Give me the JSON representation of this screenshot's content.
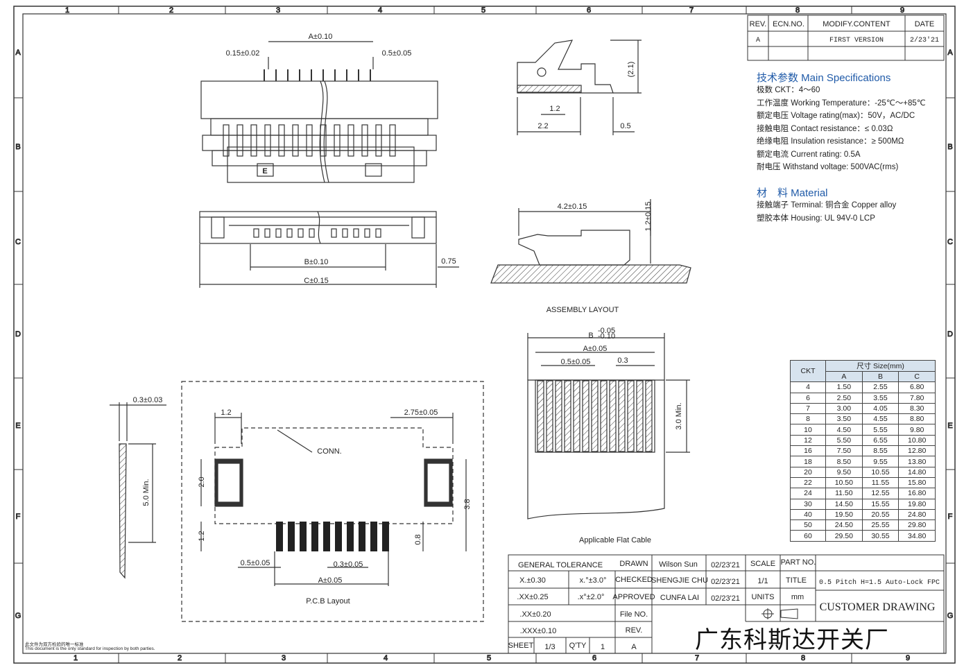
{
  "frame": {
    "col_labels": [
      "1",
      "2",
      "3",
      "4",
      "5",
      "6",
      "7",
      "8",
      "9"
    ],
    "row_labels": [
      "A",
      "B",
      "C",
      "D",
      "E",
      "F",
      "G"
    ]
  },
  "revision": {
    "headers": [
      "REV.",
      "ECN.NO.",
      "MODIFY.CONTENT",
      "DATE"
    ],
    "rows": [
      [
        "A",
        "",
        "FIRST VERSION",
        "2/23'21"
      ]
    ]
  },
  "dims": {
    "a_010": "A±0.10",
    "p015": "0.15±0.02",
    "p05": "0.5±0.05",
    "b_010": "B±0.10",
    "c_015": "C±0.15",
    "d075": "0.75",
    "side_21": "(2.1)",
    "side_12": "1.2",
    "side_22": "2.2",
    "side_05": "0.5",
    "asm_42": "4.2±0.15",
    "asm_12": "1.2±0.15",
    "assembly_layout": "ASSEMBLY LAYOUT",
    "cable_b": "B",
    "cable_b_tol_up": "-0.05",
    "cable_b_tol_dn": "-0.10",
    "cable_a": "A±0.05",
    "cable_05": "0.5±0.05",
    "cable_03": "0.3",
    "cable_30": "3.0 Min.",
    "flat_cable": "Applicable Flat Cable",
    "lead_03": "0.3±0.03",
    "lead_50": "5.0 Min.",
    "pcb_12": "1.2",
    "pcb_275": "2.75±0.05",
    "conn": "CONN.",
    "pcb_20": "2.0",
    "pcb_38": "3.8",
    "pcb_12b": "1.2",
    "pcb_08": "0.8",
    "pcb_05": "0.5±0.05",
    "pcb_03": "0.3±0.05",
    "pcb_a": "A±0.05",
    "pcb_layout": "P.C.B Layout"
  },
  "specs": {
    "main_title": "技术参数 Main Specifications",
    "lines": [
      "极数 CKT：4～60",
      "工作温度 Working Temperature：-25℃～+85℃",
      "额定电压 Voltage rating(max)：50V，AC/DC",
      "接触电阻 Contact resistance：≤ 0.03Ω",
      "绝缘电阻 Insulation resistance：≥ 500MΩ",
      "额定电流 Current rating: 0.5A",
      "耐电压 Withstand voltage: 500VAC(rms)"
    ],
    "material_title": "材　料 Material",
    "material_lines": [
      "接触端子 Terminal: 铜合金 Copper alloy",
      "塑胶本体 Housing: UL 94V-0 LCP"
    ]
  },
  "size_table": {
    "ckt_header": "CKT",
    "size_header": "尺寸 Size(mm)",
    "col_headers": [
      "A",
      "B",
      "C"
    ],
    "rows": [
      [
        "4",
        "1.50",
        "2.55",
        "6.80"
      ],
      [
        "6",
        "2.50",
        "3.55",
        "7.80"
      ],
      [
        "7",
        "3.00",
        "4.05",
        "8.30"
      ],
      [
        "8",
        "3.50",
        "4.55",
        "8.80"
      ],
      [
        "10",
        "4.50",
        "5.55",
        "9.80"
      ],
      [
        "12",
        "5.50",
        "6.55",
        "10.80"
      ],
      [
        "16",
        "7.50",
        "8.55",
        "12.80"
      ],
      [
        "18",
        "8.50",
        "9.55",
        "13.80"
      ],
      [
        "20",
        "9.50",
        "10.55",
        "14.80"
      ],
      [
        "22",
        "10.50",
        "11.55",
        "15.80"
      ],
      [
        "24",
        "11.50",
        "12.55",
        "16.80"
      ],
      [
        "30",
        "14.50",
        "15.55",
        "19.80"
      ],
      [
        "40",
        "19.50",
        "20.55",
        "24.80"
      ],
      [
        "50",
        "24.50",
        "25.55",
        "29.80"
      ],
      [
        "60",
        "29.50",
        "30.55",
        "34.80"
      ]
    ]
  },
  "title_block": {
    "general_tolerance": "GENERAL TOLERANCE",
    "tol_x": "X.±0.30",
    "tol_xx": ".XX±0.25",
    "tol_xx2": ".XX±0.20",
    "tol_xxx": ".XXX±0.10",
    "ang_1": "x.°±3.0°",
    "ang_2": ".x°±2.0°",
    "drawn": "DRAWN",
    "drawn_name": "Wilson Sun",
    "drawn_date": "02/23'21",
    "checked": "CHECKED",
    "checked_name": "SHENGJIE CHU",
    "checked_date": "02/23'21",
    "approved": "APPROVED",
    "approved_name": "CUNFA LAI",
    "approved_date": "02/23'21",
    "file_no": "File NO.",
    "rev": "REV.",
    "rev_value": "A",
    "sheet": "SHEET",
    "sheet_value": "1/3",
    "qty": "Q'TY",
    "qty_value": "1",
    "sheet_rev_value": "A",
    "scale": "SCALE",
    "scale_value": "1/1",
    "units": "UNITS",
    "units_value": "mm",
    "part_no": "PART NO.",
    "title_label": "TITLE",
    "title_value": "0.5 Pitch H=1.5 Auto-Lock FPC",
    "customer_drawing": "CUSTOMER DRAWING",
    "company": "广东科斯达开关厂"
  },
  "footnote": {
    "line1": "此文件为双方检验的唯一标准",
    "line2": "This document is the only standard for inspection by both parties."
  }
}
